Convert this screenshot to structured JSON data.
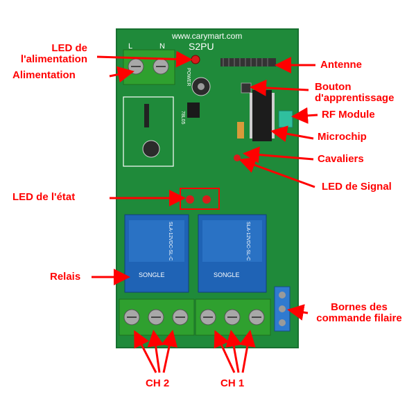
{
  "board": {
    "url": "www.carymart.com",
    "model": "S2PU",
    "relay_brand": "SONGLE",
    "relay_part": "SLA-12VDC-SL-C",
    "regulator": "78L05",
    "power_silk": "POWER",
    "terminal_l": "L",
    "terminal_n": "N"
  },
  "labels": {
    "led_power": "LED de\nl'alimentation",
    "power": "Alimentation",
    "status_led": "LED de l'état",
    "relays": "Relais",
    "antenna": "Antenne",
    "learn_button": "Bouton\nd'apprentissage",
    "rf_module": "RF Module",
    "microchip": "Microchip",
    "jumpers": "Cavaliers",
    "signal_led": "LED de Signal",
    "wired_terminals": "Bornes des\ncommande filaire",
    "ch2": "CH 2",
    "ch1": "CH 1"
  },
  "colors": {
    "annotation": "#ff0000",
    "pcb": "#1f8a3a",
    "relay": "#1f63b5",
    "terminal": "#2fa02f"
  }
}
